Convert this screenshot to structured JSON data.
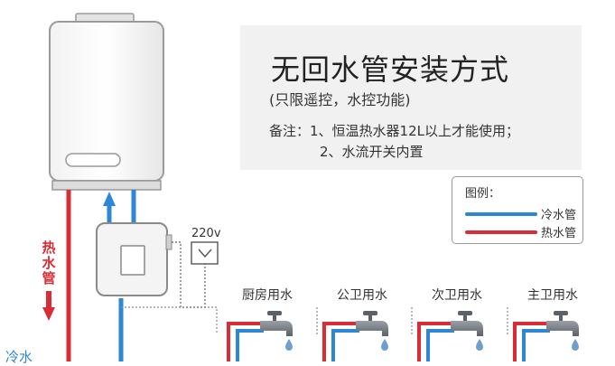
{
  "title": "无回水管安装方式",
  "subtitle": "(只限遥控，水控功能)",
  "notes": {
    "line1": "备注：1、恒温热水器12L以上才能使用；",
    "line2": "2、水流开关内置"
  },
  "legend": {
    "title": "图例：",
    "cold": "冷水管",
    "hot": "热水管"
  },
  "voltage": "220v",
  "pipe_labels": {
    "hot": "热水管",
    "cold": "冷水"
  },
  "fixtures": [
    "厨房用水",
    "公卫用水",
    "次卫用水",
    "主卫用水"
  ],
  "colors": {
    "hot": "#d92c35",
    "cold": "#2e86d6",
    "box_bg": "#f1f1f1",
    "device_stroke": "#8a8a8a"
  },
  "icons": [
    "water-heater",
    "pump-controller",
    "power-socket-icon",
    "faucet-icon",
    "water-drop-icon",
    "flow-arrow-icon"
  ]
}
